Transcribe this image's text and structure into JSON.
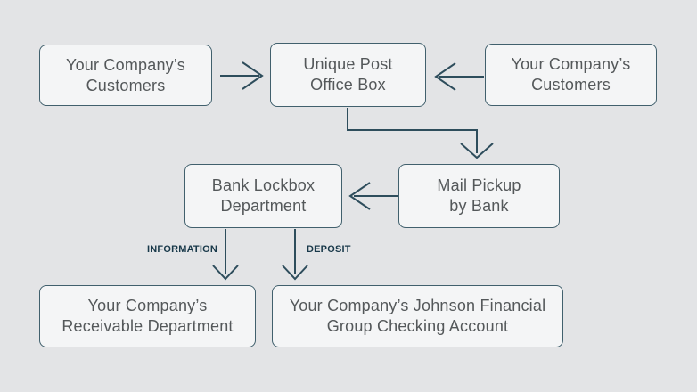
{
  "palette": {
    "background": "#e3e4e6",
    "box_fill": "#f4f5f6",
    "box_border": "#41606d",
    "box_text": "#54585a",
    "connector_line": "#2e4d5c",
    "edge_label_text": "#19394a"
  },
  "nodes": {
    "customers_left": {
      "label": "Your Company’s\nCustomers"
    },
    "po_box": {
      "label": "Unique Post\nOffice Box"
    },
    "customers_right": {
      "label": "Your Company’s\nCustomers"
    },
    "lockbox": {
      "label": "Bank Lockbox\nDepartment"
    },
    "mail_pickup": {
      "label": "Mail Pickup\nby Bank"
    },
    "receivable": {
      "label": "Your Company’s\nReceivable Department"
    },
    "checking": {
      "label": "Your Company’s Johnson Financial\nGroup Checking Account"
    }
  },
  "edge_labels": {
    "information": "INFORMATION",
    "deposit": "DEPOSIT"
  }
}
